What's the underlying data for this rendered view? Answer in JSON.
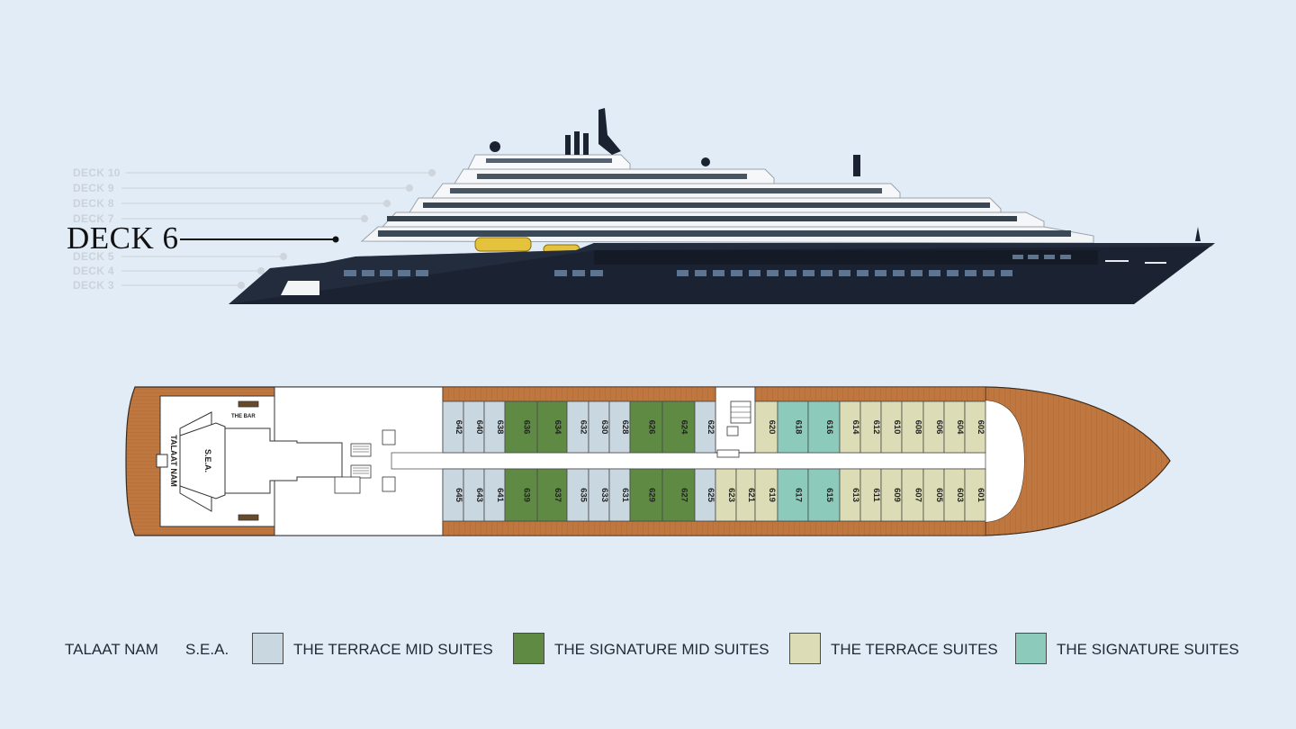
{
  "decks": {
    "current": "DECK 6",
    "others": [
      "DECK 10",
      "DECK 9",
      "DECK 8",
      "DECK 7",
      "DECK 5",
      "DECK 4",
      "DECK 3"
    ]
  },
  "plan": {
    "the_bar": "THE BAR",
    "talaat_nam": "TALAAT NAM",
    "sea": "S.E.A.",
    "top_cabins": [
      "642",
      "640",
      "638",
      "636",
      "634",
      "632",
      "630",
      "628",
      "626",
      "624",
      "622",
      "620",
      "618",
      "616",
      "614",
      "612",
      "610",
      "608",
      "606",
      "604",
      "602"
    ],
    "bottom_cabins": [
      "645",
      "643",
      "641",
      "639",
      "637",
      "635",
      "633",
      "631",
      "629",
      "627",
      "625",
      "623",
      "621",
      "619",
      "617",
      "615",
      "613",
      "611",
      "609",
      "607",
      "605",
      "603",
      "601"
    ]
  },
  "legend": {
    "talaat_nam": "TALAAT NAM",
    "sea": "S.E.A.",
    "items": [
      {
        "label": "THE TERRACE MID SUITES",
        "color": "#c8d7e0"
      },
      {
        "label": "THE SIGNATURE MID SUITES",
        "color": "#5e8a44"
      },
      {
        "label": "THE TERRACE SUITES",
        "color": "#dcdcb6"
      },
      {
        "label": "THE SIGNATURE SUITES",
        "color": "#8ccbbb"
      }
    ]
  },
  "colors": {
    "hull": "#1b2333",
    "wood": "#c0773f",
    "water": "#e2ecf6"
  }
}
